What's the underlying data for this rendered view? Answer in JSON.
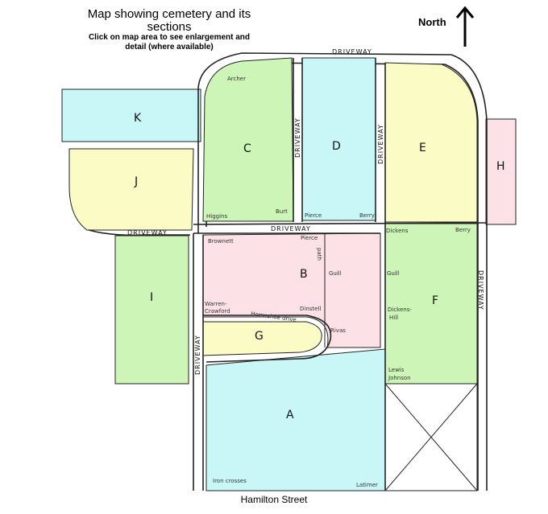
{
  "title": "Map showing cemetery and its sections",
  "subtitle": "Click on map area to see enlargement and detail (where available)",
  "north": {
    "label": "North",
    "icon": "north-arrow-icon"
  },
  "street": "Hamilton Street",
  "colors": {
    "blue": "#c9f7f8",
    "green": "#cdf5b7",
    "yellow": "#fbfbc5",
    "pink": "#fce2e6",
    "white": "#ffffff"
  },
  "sections": {
    "A": "A",
    "B": "B",
    "C": "C",
    "D": "D",
    "E": "E",
    "F": "F",
    "G": "G",
    "H": "H",
    "I": "I",
    "J": "J",
    "K": "K"
  },
  "roads": {
    "driveway": "DRIVEWAY",
    "horseshoe_drive": "Horseshoe drive",
    "path": "path"
  },
  "annotations": {
    "archer": "Archer",
    "higgins": "Higgins",
    "burt": "Burt",
    "pierce_d": "Pierce",
    "berry_d": "Berry",
    "dickens": "Dickens",
    "berry_f": "Berry",
    "brownett": "Brownett",
    "pierce_b": "Pierce",
    "guill_b": "Guill",
    "guill_f": "Guill",
    "warren_crawford_1": "Warren-",
    "warren_crawford_2": "Crawford",
    "dinstell": "Dinstell",
    "rivas": "Rivas",
    "dickens_hill_1": "Dickens-",
    "dickens_hill_2": "Hill",
    "lewis_johnson_1": "Lewis",
    "lewis_johnson_2": "Johnson",
    "iron_crosses": "Iron crosses",
    "latimer": "Latimer"
  }
}
